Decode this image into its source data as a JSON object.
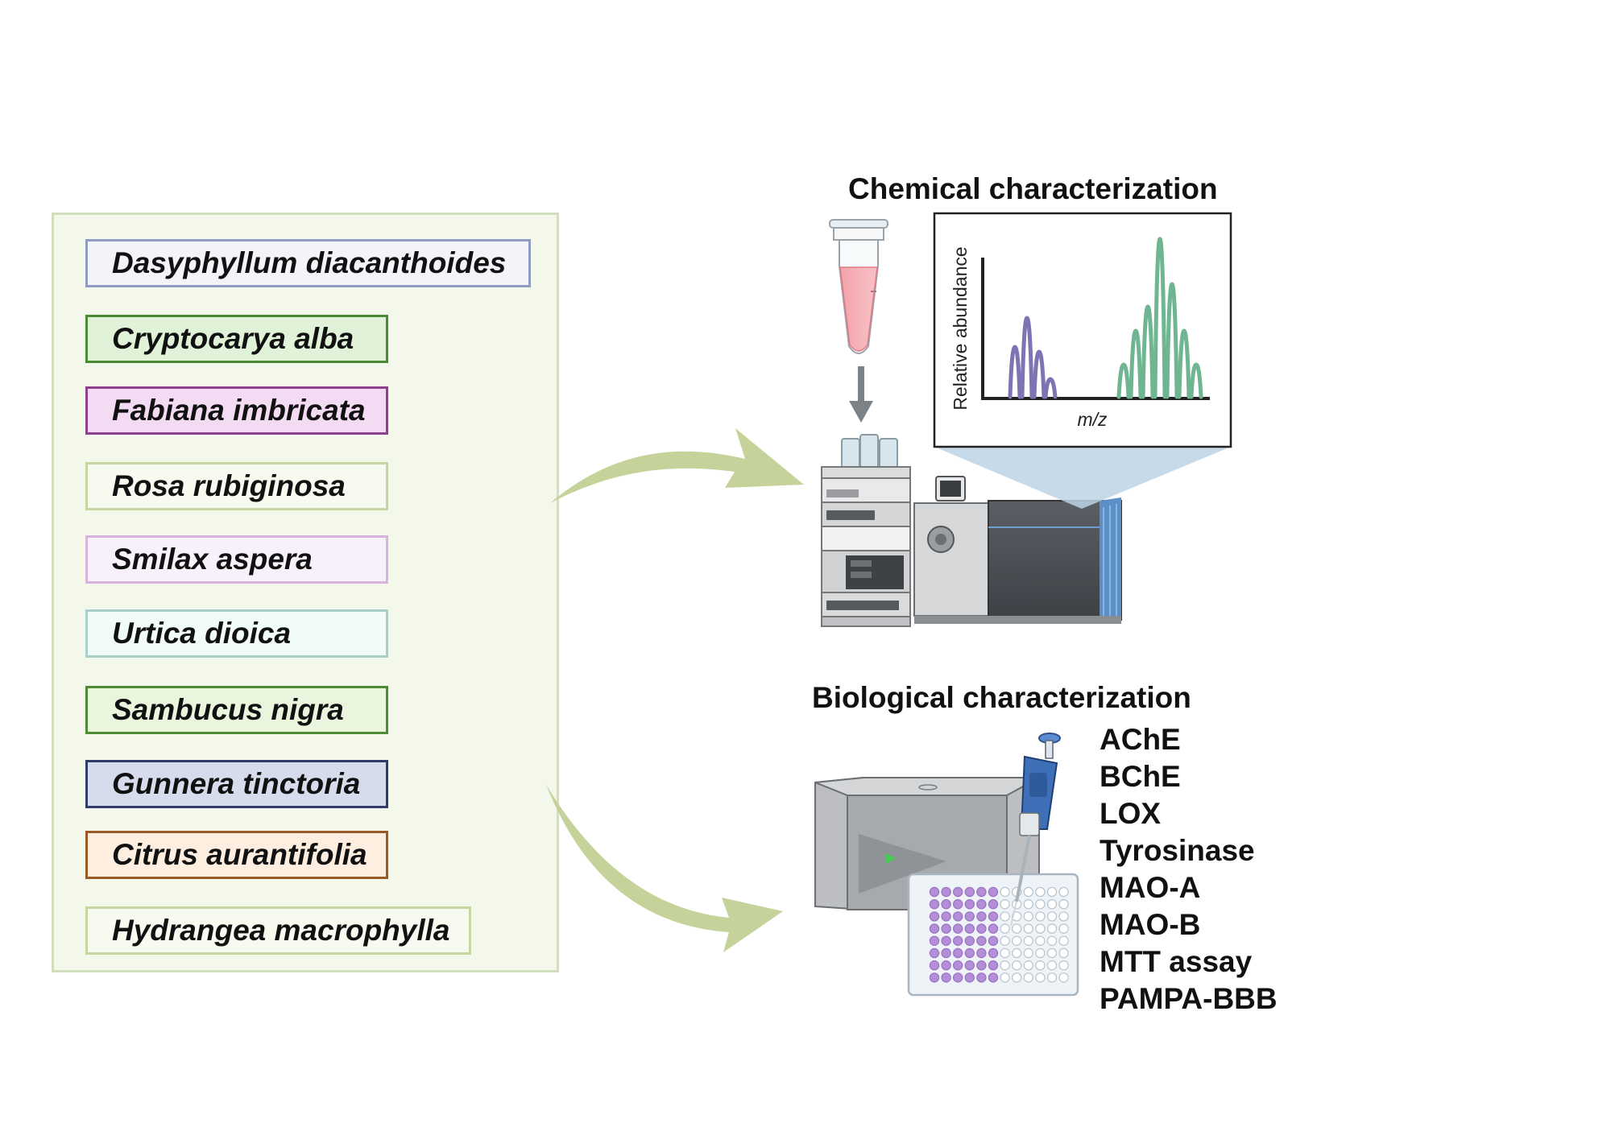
{
  "species_panel": {
    "items": [
      {
        "label": "Dasyphyllum diacanthoides",
        "fill": "#f2f4fa",
        "border": "#8e9cc2"
      },
      {
        "label": "Cryptocarya alba",
        "fill": "#e0f2d8",
        "border": "#4a8a34"
      },
      {
        "label": "Fabiana imbricata",
        "fill": "#f3dcf3",
        "border": "#8e3f8e"
      },
      {
        "label": "Rosa rubiginosa",
        "fill": "#f7faee",
        "border": "#c6d7a2"
      },
      {
        "label": "Smilax aspera",
        "fill": "#f8f0fb",
        "border": "#d6b4df"
      },
      {
        "label": "Urtica dioica",
        "fill": "#f1fbf8",
        "border": "#a8cfc8"
      },
      {
        "label": "Sambucus nigra",
        "fill": "#e9f5dd",
        "border": "#4f8a35"
      },
      {
        "label": "Gunnera tinctoria",
        "fill": "#d6dcec",
        "border": "#2e3d6a"
      },
      {
        "label": "Citrus aurantifolia",
        "fill": "#fdeee0",
        "border": "#9a5a26"
      },
      {
        "label": "Hydrangea macrophylla",
        "fill": "#f7faee",
        "border": "#c6d7a2"
      }
    ]
  },
  "chemical": {
    "title": "Chemical characterization",
    "spectrum": {
      "ylabel": "Relative abundance",
      "xlabel": "m/z",
      "purple_color": "#7f73b3",
      "green_color": "#6fb591"
    }
  },
  "biological": {
    "title": "Biological  characterization",
    "assays": [
      "AChE",
      "BChE",
      "LOX",
      "Tyrosinase",
      "MAO-A",
      "MAO-B",
      "MTT assay",
      "PAMPA-BBB"
    ]
  },
  "colors": {
    "arrow": "#c5d39a",
    "panel_fill": "#f4f8ea",
    "panel_border": "#d2dfbd",
    "well_purple": "#b58ed8",
    "instrument_dark": "#4a4d52",
    "instrument_blue": "#5a8fc8"
  },
  "icons": [
    "eppendorf-tube-icon",
    "hplc-stack-icon",
    "mass-spectrometer-icon",
    "plate-reader-icon",
    "pipette-icon",
    "well-plate-icon"
  ]
}
